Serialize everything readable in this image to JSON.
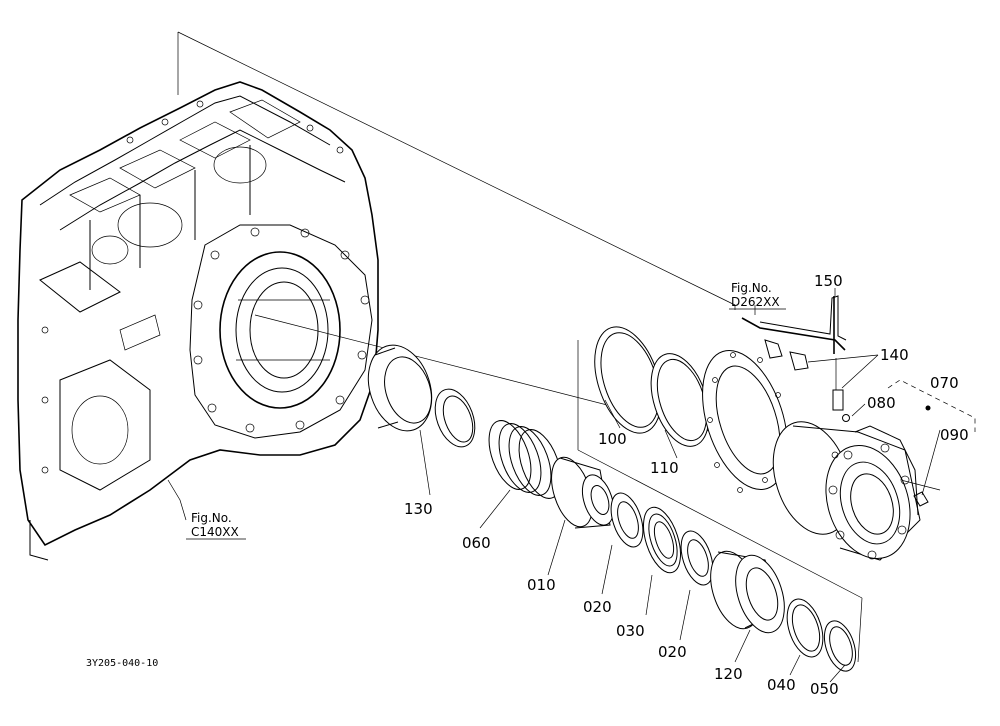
{
  "diagram": {
    "drawing_code": "3Y205-040-10",
    "part_labels": {
      "p150": "150",
      "p140": "140",
      "p070": "070",
      "p080": "080",
      "p090": "090",
      "p100": "100",
      "p110": "110",
      "p130": "130",
      "p060": "060",
      "p010": "010",
      "p020a": "020",
      "p030": "030",
      "p020b": "020",
      "p120": "120",
      "p040": "040",
      "p050": "050"
    },
    "fig_refs": {
      "d262": {
        "line1": "Fig.No.",
        "line2": "D262XX"
      },
      "c140": {
        "line1": "Fig.No.",
        "line2": "C140XX"
      }
    }
  }
}
